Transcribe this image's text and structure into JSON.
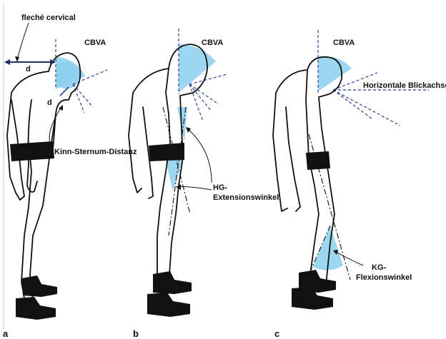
{
  "panels": {
    "a": {
      "letter": "a",
      "cbva": "CBVA",
      "fleche": "fleché cervical",
      "d_horizontal": "d",
      "d_chin": "d",
      "kinn": "Kinn-Sternum-Distanz"
    },
    "b": {
      "letter": "b",
      "cbva": "CBVA",
      "hg_line1": "HG-",
      "hg_line2": "Extensionswinkel"
    },
    "c": {
      "letter": "c",
      "cbva": "CBVA",
      "blickachse": "Horizontale Blickachse",
      "kg_line1": "KG-",
      "kg_line2": "Flexionswinkel"
    }
  },
  "colors": {
    "angle_fill": "#8ccfef",
    "reference_lines": "#2b3f9a",
    "outline": "#111111"
  }
}
